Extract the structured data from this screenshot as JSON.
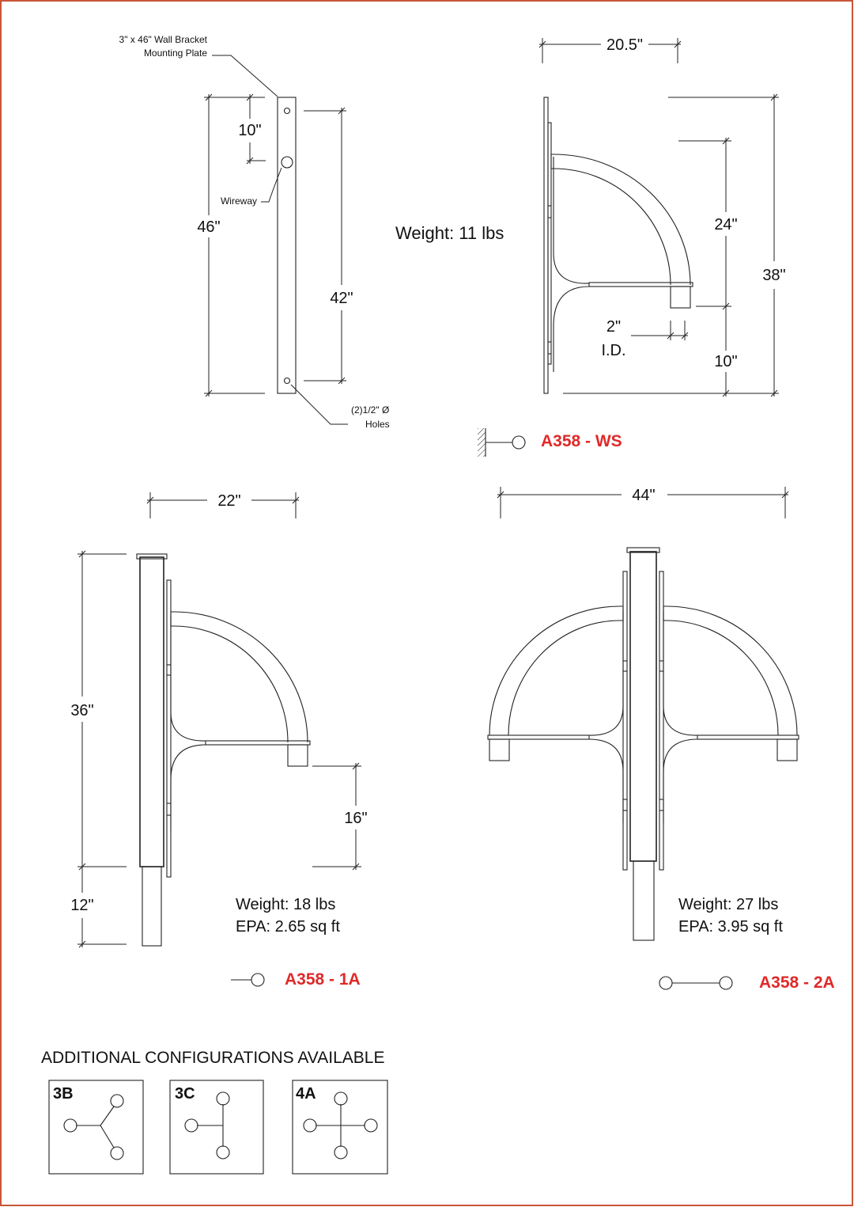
{
  "colors": {
    "border": "#c8553a",
    "code_red": "#e02929",
    "line": "#222222"
  },
  "ws": {
    "plate_label_line1": "3\" x 46\" Wall Bracket",
    "plate_label_line2": "Mounting Plate",
    "wireway_label": "Wireway",
    "holes_label_line1": "(2)1/2\" Ø",
    "holes_label_line2": "Holes",
    "dim_top": "10\"",
    "dim_height": "46\"",
    "dim_hole_span": "42\"",
    "dim_width": "20.5\"",
    "dim_arm": "24\"",
    "dim_total": "38\"",
    "dim_id_line1": "2\"",
    "dim_id_line2": "I.D.",
    "dim_bottom": "10\"",
    "weight": "Weight: 11 lbs",
    "code": "A358 - WS"
  },
  "one_a": {
    "dim_width": "22\"",
    "dim_height": "36\"",
    "dim_drop": "16\"",
    "dim_tenon": "12\"",
    "weight": "Weight: 18 lbs",
    "epa": "EPA: 2.65 sq ft",
    "code": "A358 - 1A"
  },
  "two_a": {
    "dim_width": "44\"",
    "weight": "Weight: 27 lbs",
    "epa": "EPA: 3.95 sq ft",
    "code": "A358 - 2A"
  },
  "additional": {
    "title": "ADDITIONAL CONFIGURATIONS AVAILABLE",
    "configs": [
      "3B",
      "3C",
      "4A"
    ]
  }
}
